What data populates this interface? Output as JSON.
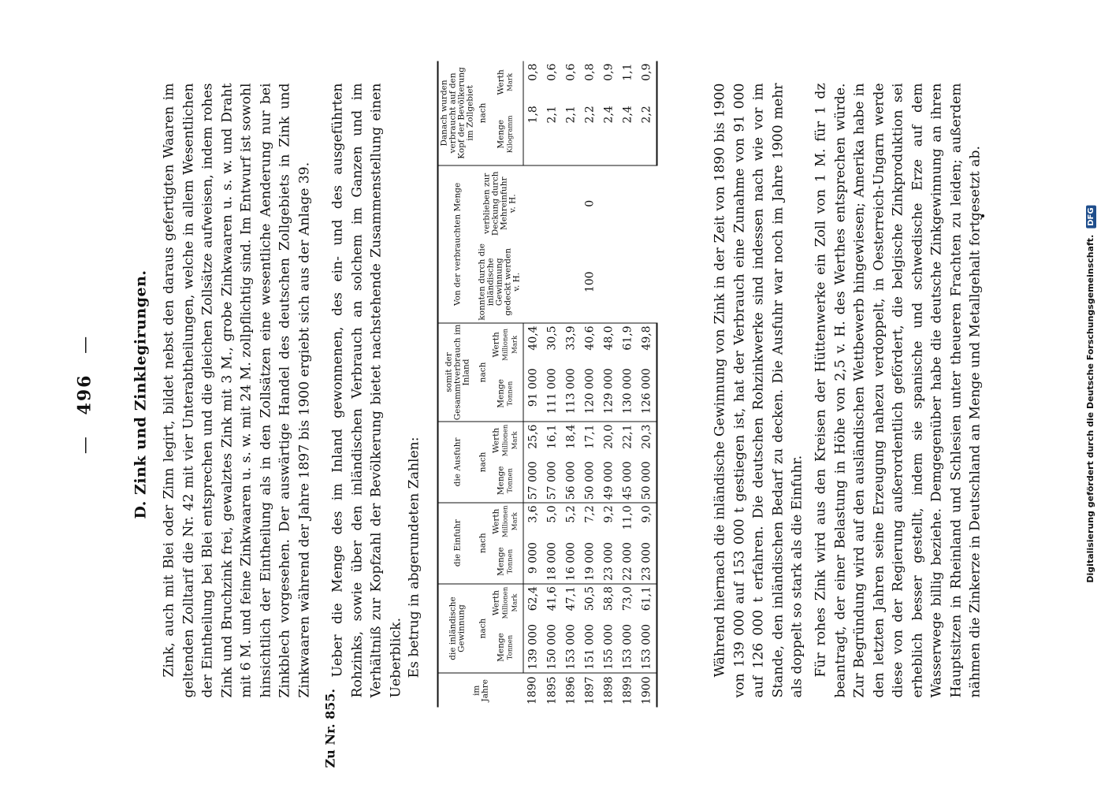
{
  "page": {
    "number": "496",
    "dash": "—",
    "margin_note": "Zu Nr. 855.",
    "heading": "D. Zink und Zinklegirungen.",
    "paragraphs": {
      "p1": "Zink, auch mit Blei oder Zinn legirt, bildet nebst den daraus gefertigten Waaren im geltenden Zolltarif die Nr. 42 mit vier Unterabtheilungen, welche in allem Wesentlichen der Eintheilung bei Blei entsprechen und die gleichen Zollsätze aufweisen, indem rohes Zink und Bruchzink frei, gewalztes Zink mit 3 M., grobe Zinkwaaren u. s. w. und Draht mit 6 M. und feine Zinkwaaren u. s. w. mit 24 M. zollpflichtig sind. Im Entwurf ist sowohl hinsichtlich der Eintheilung als in den Zollsätzen eine wesentliche Aenderung nur bei Zinkblech vorgesehen. Der auswärtige Handel des deutschen Zollgebiets in Zink und Zinkwaaren während der Jahre 1897 bis 1900 ergiebt sich aus der Anlage 39.",
      "p2": "Ueber die Menge des im Inland gewonnenen, des ein- und des ausgeführten Rohzinks, sowie über den inländischen Verbrauch an solchem im Ganzen und im Verhältniß zur Kopfzahl der Bevölkerung bietet nachstehende Zusammenstellung einen Ueberblick.",
      "p3": "Es betrug in abgerundeten Zahlen:",
      "p4": "Während hiernach die inländische Gewinnung von Zink in der Zeit von 1890 bis 1900 von 139 000 auf 153 000 t gestiegen ist, hat der Verbrauch eine Zunahme von 91 000 auf 126 000 t erfahren. Die deutschen Rohzinkwerke sind indessen nach wie vor im Stande, den inländischen Bedarf zu decken. Die Ausfuhr war noch im Jahre 1900 mehr als doppelt so stark als die Einfuhr.",
      "p5": "Für rohes Zink wird aus den Kreisen der Hüttenwerke ein Zoll von 1 M. für 1 dz beantragt, der einer Belastung in Höhe von 2,5 v. H. des Werthes entsprechen würde. Zur Begründung wird auf den ausländischen Wettbewerb hingewiesen; Amerika habe in den letzten Jahren seine Erzeugung nahezu verdoppelt, in Oesterreich-Ungarn werde diese von der Regierung außerordentlich gefördert, die belgische Zinkproduktion sei erheblich besser gestellt, indem sie spanische und schwedische Erze auf dem Wasserwege billig beziehe. Demgegenüber habe die deutsche Zinkgewinnung an ihren Hauptsitzen in Rheinland und Schlesien unter theueren Frachten zu leiden; außerdem nähmen die Zinkerze in Deutschland an Menge und Metallgehalt fortgesetzt ab."
    }
  },
  "table": {
    "col_year": "im Jahre",
    "groups": {
      "gewinnung": "die inländische Gewinnung",
      "einfuhr": "die Einfuhr",
      "ausfuhr": "die Ausfuhr",
      "verbrauch": "somit der Gesammtverbrauch im Inland",
      "von_der": "Von der verbrauchten Menge",
      "kopf": "Danach wurden verbraucht auf den Kopf der Bevölkerung im Zollgebiet"
    },
    "nach": "nach",
    "menge": "Menge",
    "werth": "Werth",
    "unit_tonnen": "Tonnen",
    "unit_mill": "Millionen Mark",
    "unit_kg": "Kilogramm",
    "unit_mark": "Mark",
    "vh": "v. H.",
    "sub_konnten": "konnten durch die inländische Gewinnung gedeckt werden",
    "sub_verblieben": "verblieben zur Deckung durch Mehreinfuhr",
    "brace_left": "100",
    "brace_right": "0",
    "rows": [
      {
        "year": "1890",
        "gm": "139 000",
        "gw": "62,4",
        "em": "9 000",
        "ew": "3,6",
        "am": "57 000",
        "aw": "25,6",
        "vm": "91 000",
        "vw": "40,4",
        "km": "1,8",
        "kw": "0,8"
      },
      {
        "year": "1895",
        "gm": "150 000",
        "gw": "41,6",
        "em": "18 000",
        "ew": "5,0",
        "am": "57 000",
        "aw": "16,1",
        "vm": "111 000",
        "vw": "30,5",
        "km": "2,1",
        "kw": "0,6"
      },
      {
        "year": "1896",
        "gm": "153 000",
        "gw": "47,1",
        "em": "16 000",
        "ew": "5,2",
        "am": "56 000",
        "aw": "18,4",
        "vm": "113 000",
        "vw": "33,9",
        "km": "2,1",
        "kw": "0,6"
      },
      {
        "year": "1897",
        "gm": "151 000",
        "gw": "50,5",
        "em": "19 000",
        "ew": "7,2",
        "am": "50 000",
        "aw": "17,1",
        "vm": "120 000",
        "vw": "40,6",
        "km": "2,2",
        "kw": "0,8"
      },
      {
        "year": "1898",
        "gm": "155 000",
        "gw": "58,8",
        "em": "23 000",
        "ew": "9,2",
        "am": "49 000",
        "aw": "20,0",
        "vm": "129 000",
        "vw": "48,0",
        "km": "2,4",
        "kw": "0,9"
      },
      {
        "year": "1899",
        "gm": "153 000",
        "gw": "73,0",
        "em": "22 000",
        "ew": "11,0",
        "am": "45 000",
        "aw": "22,1",
        "vm": "130 000",
        "vw": "61,9",
        "km": "2,4",
        "kw": "1,1"
      },
      {
        "year": "1900",
        "gm": "153 000",
        "gw": "61,1",
        "em": "23 000",
        "ew": "9,0",
        "am": "50 000",
        "aw": "20,3",
        "vm": "126 000",
        "vw": "49,8",
        "km": "2,2",
        "kw": "0,9"
      }
    ]
  },
  "footer": {
    "text": "Digitalisierung gefördert durch die Deutsche Forschungsgemeinschaft.",
    "logo": "DFG"
  }
}
